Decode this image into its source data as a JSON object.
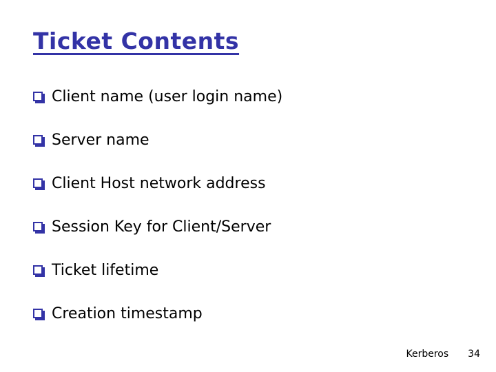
{
  "slide": {
    "title": "Ticket Contents",
    "bullets": [
      "Client name (user login name)",
      "Server name",
      "Client Host network address",
      "Session Key for Client/Server",
      "Ticket lifetime",
      "Creation timestamp"
    ],
    "footer": {
      "label": "Kerberos",
      "page_number": "34"
    },
    "colors": {
      "accent_blue": "#3333a6",
      "text": "#000000",
      "background": "#ffffff"
    },
    "icons": {
      "bullet": "shadowed-square-bullet"
    }
  }
}
